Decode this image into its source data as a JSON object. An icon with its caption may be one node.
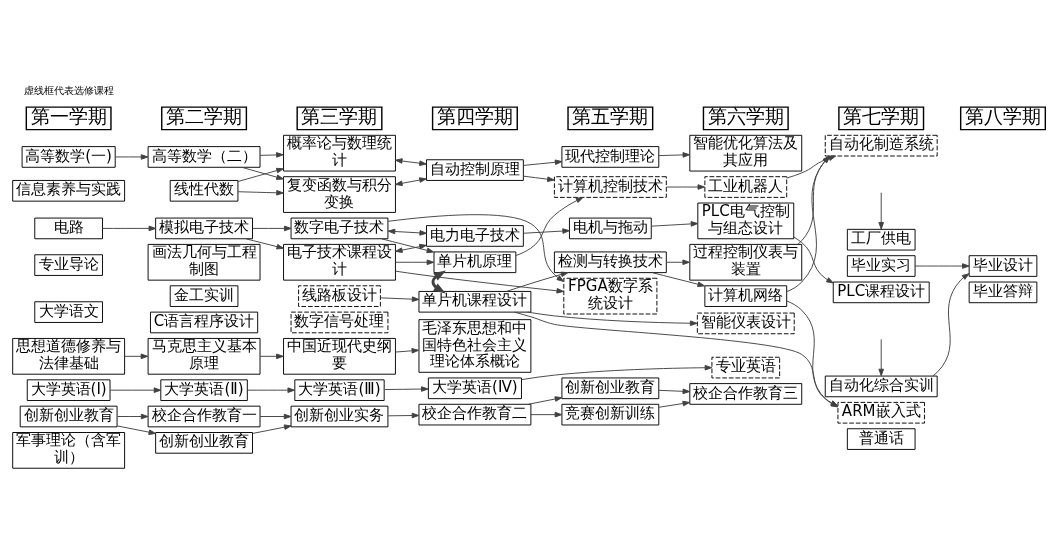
{
  "diagram": {
    "nodes": [
      {
        "text": [
          "第一学期"
        ]
      },
      {
        "text": [
          "第二学期"
        ]
      },
      {
        "text": [
          "第三学期"
        ]
      },
      {
        "text": [
          "第四学期"
        ]
      },
      {
        "text": [
          "第五学期"
        ]
      },
      {
        "text": [
          "第六学期"
        ]
      },
      {
        "text": [
          "第七学期"
        ]
      },
      {
        "text": [
          "第八学期"
        ]
      },
      {
        "text": [
          "高等数学(一)"
        ]
      },
      {
        "text": [
          "信息素养与实践"
        ]
      },
      {
        "text": [
          "电路"
        ]
      },
      {
        "text": [
          "专业导论"
        ]
      },
      {
        "text": [
          "大学语文"
        ]
      },
      {
        "text": [
          "思想道德修养与法律基础"
        ]
      },
      {
        "text": [
          "大学英语(Ⅰ)"
        ]
      },
      {
        "text": [
          "创新创业教育"
        ]
      },
      {
        "text": [
          "军事理论（含军训）"
        ]
      },
      {
        "text": [
          "高等数学（二）"
        ]
      },
      {
        "text": [
          "线性代数"
        ]
      },
      {
        "text": [
          "模拟电子技术"
        ]
      },
      {
        "text": [
          "画法几何与工程制图"
        ]
      },
      {
        "text": [
          "金工实训"
        ]
      },
      {
        "text": [
          "C语言程序设计"
        ]
      },
      {
        "text": [
          "马克思主义基本原理"
        ]
      },
      {
        "text": [
          "大学英语(Ⅱ)"
        ]
      },
      {
        "text": [
          "校企合作教育一"
        ]
      },
      {
        "text": [
          "创新创业教育"
        ]
      },
      {
        "text": [
          "概率论与数理统计"
        ]
      },
      {
        "text": [
          "复变函数与积分变换"
        ]
      },
      {
        "text": [
          "数字电子技术"
        ]
      },
      {
        "text": [
          "电子技术课程设计"
        ]
      },
      {
        "text": [
          "线路板设计"
        ]
      },
      {
        "text": [
          "数字信号处理"
        ]
      },
      {
        "text": [
          "中国近现代史纲要"
        ]
      },
      {
        "text": [
          "大学英语(Ⅲ)"
        ]
      },
      {
        "text": [
          "创新创业实务"
        ]
      },
      {
        "text": [
          "自动控制原理"
        ]
      },
      {
        "text": [
          "电力电子技术"
        ]
      },
      {
        "text": [
          "单片机原理"
        ]
      },
      {
        "text": [
          "单片机课程设计"
        ]
      },
      {
        "text": [
          "毛泽东思想和中国特色社会主义理论体系概论"
        ]
      },
      {
        "text": [
          "大学英语(Ⅳ)"
        ]
      },
      {
        "text": [
          "校企合作教育二"
        ]
      },
      {
        "text": [
          "现代控制理论"
        ]
      },
      {
        "text": [
          "计算机控制技术"
        ]
      },
      {
        "text": [
          "电机与拖动"
        ]
      },
      {
        "text": [
          "检测与转换技术"
        ]
      },
      {
        "text": [
          "FPGA数字系统设计"
        ]
      },
      {
        "text": [
          "创新创业教育"
        ]
      },
      {
        "text": [
          "竞赛创新训练"
        ]
      },
      {
        "text": [
          "智能优化算法及其应用"
        ]
      },
      {
        "text": [
          "工业机器人"
        ]
      },
      {
        "text": [
          "PLC电气控制与组态设计"
        ]
      },
      {
        "text": [
          "过程控制仪表与装置"
        ]
      },
      {
        "text": [
          "计算机网络"
        ]
      },
      {
        "text": [
          "智能仪表设计"
        ]
      },
      {
        "text": [
          "专业英语"
        ]
      },
      {
        "text": [
          "校企合作教育三"
        ]
      },
      {
        "text": [
          "自动化制造系统"
        ]
      },
      {
        "text": [
          "工厂供电"
        ]
      },
      {
        "text": [
          "毕业实习"
        ]
      },
      {
        "text": [
          "PLC课程设计"
        ]
      },
      {
        "text": [
          "自动化综合实训"
        ]
      },
      {
        "text": [
          "ARM嵌入式"
        ]
      },
      {
        "text": [
          "普通话"
        ]
      },
      {
        "text": [
          "毕业设计"
        ]
      },
      {
        "text": [
          "毕业答辩"
        ]
      }
    ],
    "edges": [
      {
        "from": 8,
        "to": 17,
        "arrow": "to"
      },
      {
        "from": 17,
        "to": 27,
        "arrow": "to"
      },
      {
        "from": 17,
        "to": 28,
        "arrow": "to"
      },
      {
        "from": 18,
        "to": 27,
        "arrow": "to"
      },
      {
        "from": 18,
        "to": 28,
        "arrow": "to"
      },
      {
        "from": 10,
        "to": 19,
        "arrow": "to"
      },
      {
        "from": 19,
        "to": 29,
        "arrow": "to"
      },
      {
        "from": 19,
        "to": 30,
        "arrow": "to"
      },
      {
        "from": 27,
        "to": 36,
        "arrow": "both"
      },
      {
        "from": 28,
        "to": 36,
        "arrow": "both"
      },
      {
        "from": 29,
        "to": 37,
        "arrow": "both"
      },
      {
        "from": 30,
        "to": 37,
        "arrow": "both"
      },
      {
        "from": 29,
        "to": 38,
        "arrow": "to"
      },
      {
        "from": 30,
        "to": 38,
        "arrow": "to"
      },
      {
        "from": 29,
        "to": 47,
        "arrow": "to"
      },
      {
        "from": 30,
        "to": 47,
        "arrow": "to"
      },
      {
        "from": 31,
        "to": 39,
        "arrow": "to"
      },
      {
        "from": 38,
        "to": 39,
        "arrow": "both",
        "style": "thick"
      },
      {
        "from": 36,
        "to": 43,
        "arrow": "to"
      },
      {
        "from": 36,
        "to": 44,
        "arrow": "to"
      },
      {
        "from": 38,
        "to": 44,
        "arrow": "to"
      },
      {
        "from": 37,
        "to": 45,
        "arrow": "to"
      },
      {
        "from": 39,
        "to": 46,
        "arrow": "to"
      },
      {
        "from": 39,
        "to": 55,
        "arrow": "to"
      },
      {
        "from": 39,
        "to": 63,
        "arrow": "to"
      },
      {
        "from": 43,
        "to": 50,
        "arrow": "to"
      },
      {
        "from": 44,
        "to": 51,
        "arrow": "to"
      },
      {
        "from": 45,
        "to": 52,
        "arrow": "to"
      },
      {
        "from": 46,
        "to": 53,
        "arrow": "to"
      },
      {
        "from": 46,
        "to": 54,
        "arrow": "to"
      },
      {
        "from": 51,
        "to": 58,
        "arrow": "to"
      },
      {
        "from": 53,
        "to": 58,
        "arrow": "to"
      },
      {
        "from": 54,
        "to": 58,
        "arrow": "to"
      },
      {
        "from": 54,
        "to": 63,
        "arrow": "to"
      },
      {
        "from": 52,
        "to": 61,
        "arrow": "to"
      },
      {
        "from": null,
        "to": 59,
        "arrow": "to"
      },
      {
        "from": null,
        "to": 62,
        "arrow": "to"
      },
      {
        "from": 60,
        "to": 65,
        "arrow": "to"
      },
      {
        "from": 62,
        "to": 65,
        "arrow": "to"
      },
      {
        "from": 13,
        "to": 23,
        "arrow": "to"
      },
      {
        "from": 23,
        "to": 33,
        "arrow": "to"
      },
      {
        "from": 33,
        "to": 40,
        "arrow": "to"
      },
      {
        "from": 14,
        "to": 24,
        "arrow": "to"
      },
      {
        "from": 24,
        "to": 34,
        "arrow": "to"
      },
      {
        "from": 34,
        "to": 41,
        "arrow": "to"
      },
      {
        "from": 41,
        "to": 56,
        "arrow": "to"
      },
      {
        "from": 15,
        "to": 25,
        "arrow": "to"
      },
      {
        "from": 15,
        "to": 26,
        "arrow": "to"
      },
      {
        "from": 25,
        "to": 35,
        "arrow": "to"
      },
      {
        "from": 26,
        "to": 35,
        "arrow": "to"
      },
      {
        "from": 35,
        "to": 42,
        "arrow": "to"
      },
      {
        "from": 42,
        "to": 48,
        "arrow": "to"
      },
      {
        "from": 42,
        "to": 49,
        "arrow": "to"
      },
      {
        "from": 48,
        "to": 57,
        "arrow": "to"
      },
      {
        "from": 49,
        "to": 57,
        "arrow": "to"
      }
    ],
    "labels": [
      "虚线框代表选修课程"
    ]
  }
}
